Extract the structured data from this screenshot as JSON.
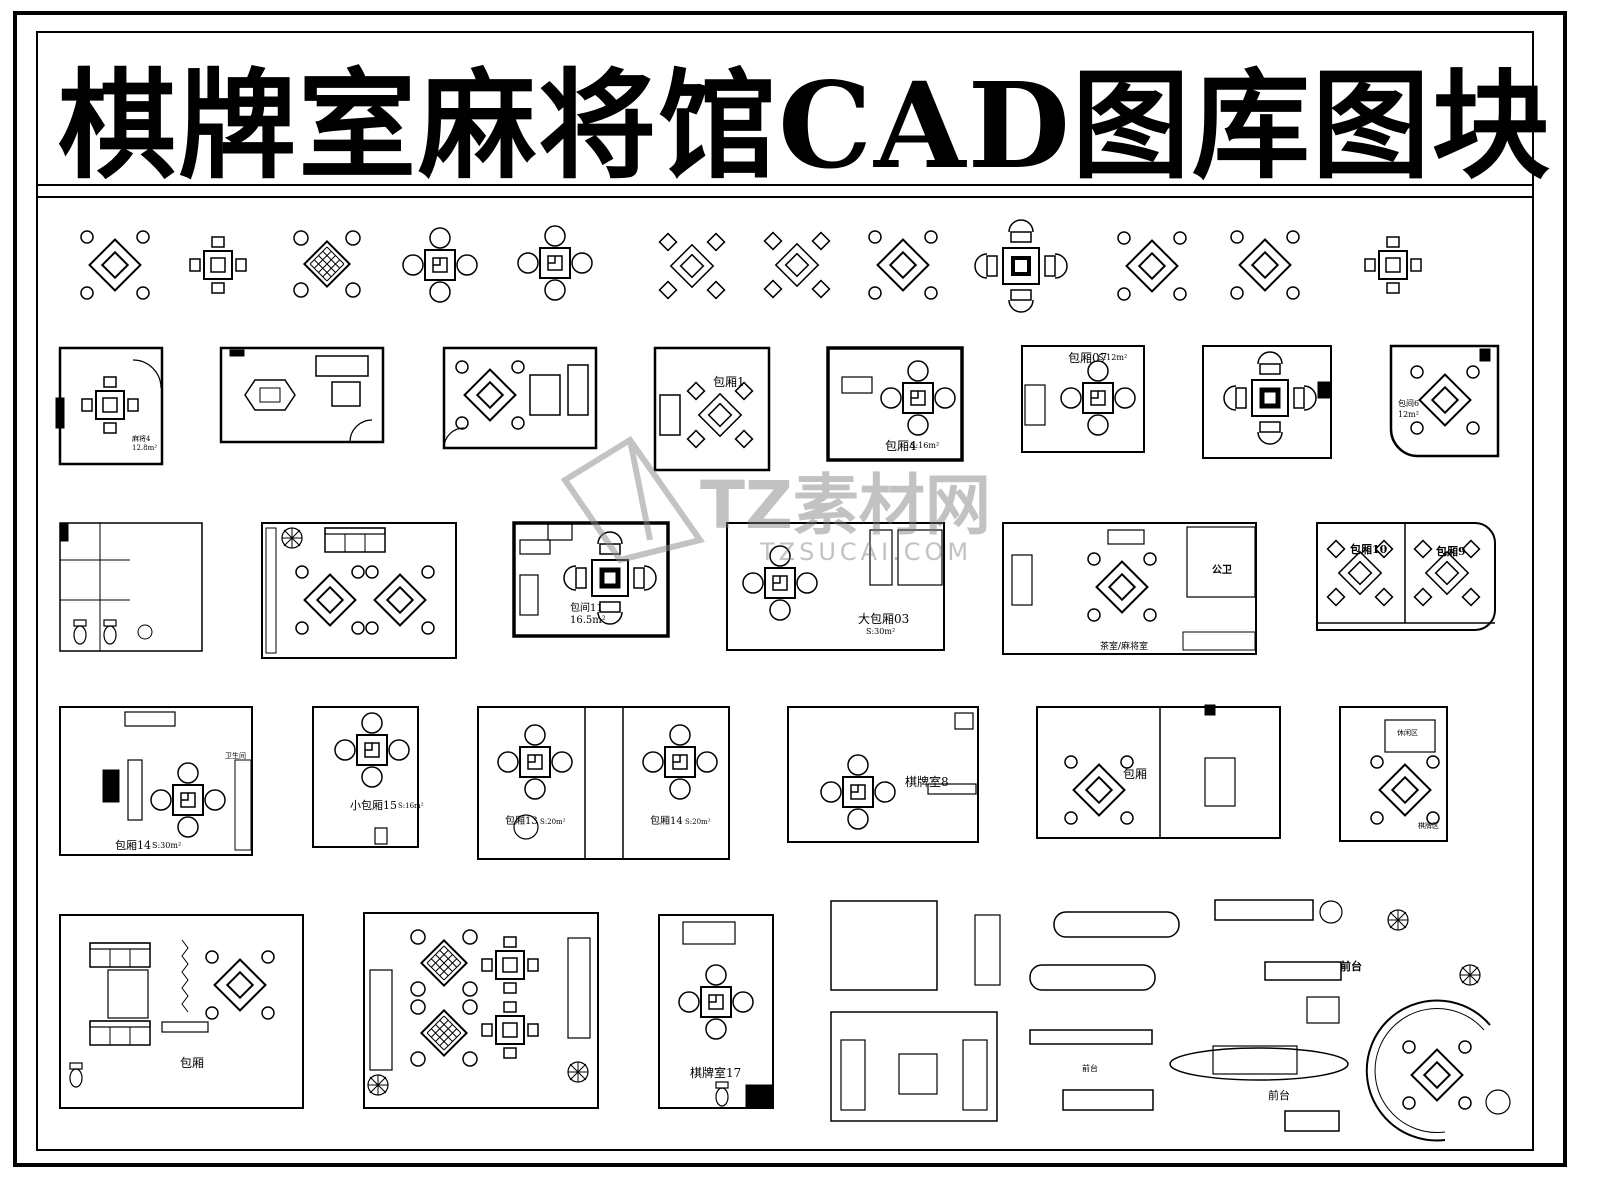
{
  "title": {
    "part1": "棋牌室",
    "part2": "麻将馆CAD图库图块"
  },
  "watermark": {
    "brand": "TZ素材网",
    "domain": "TZSUCAI.COM"
  },
  "room_labels": {
    "baoxiang1": "包厢1",
    "baoxiang4": "包厢4",
    "baoxiang4_area": "S:16m²",
    "baoxiang07": "包厢07",
    "baoxiang07_area": "S:12m²",
    "baojian6": "包间6",
    "baojian6_area": "12m²",
    "qipai4": "麻将4",
    "qipai4_area": "12.8m²",
    "baojian11": "包间11",
    "baojian11_area": "16.5m²",
    "dabaoxiang03": "大包厢03",
    "dabaoxiang03_area": "S:30m²",
    "gongwei": "公卫",
    "chashi": "茶室/麻将室",
    "baoxiang10": "包厢10",
    "baoxiang9": "包厢9",
    "weishengjian": "卫生间",
    "baoxiang14a": "包厢14",
    "baoxiang14a_area": "S:30m²",
    "xiaobaoxiang15": "小包厢15",
    "xiaobaoxiang15_area": "S:16m²",
    "baoxiang13": "包厢13",
    "baoxiang13_area": "S:20m²",
    "baoxiang14b": "包厢14",
    "baoxiang14b_area": "S:20m²",
    "qipaishi8": "棋牌室8",
    "baoxiang": "包厢",
    "baoxiang_b": "包厢",
    "qipaishi17": "棋牌室17",
    "qiantai": "前台",
    "qiantai2": "前台",
    "qiantai3": "前台",
    "chaxiuqu": "休闲区",
    "qipaiqu": "棋牌区"
  },
  "colors": {
    "ink": "#000000",
    "paper": "#ffffff",
    "watermark": "#7a7a7a"
  }
}
